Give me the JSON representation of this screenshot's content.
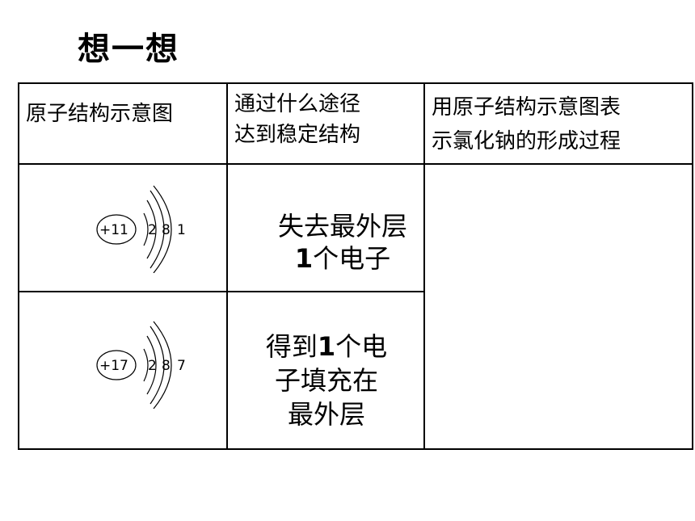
{
  "title": "想一想",
  "table": {
    "headers": [
      {
        "line1": "原子结构示意图",
        "line2": ""
      },
      {
        "line1": "通过什么途径",
        "line2": "达到稳定结构"
      },
      {
        "line1": "用原子结构示意图表",
        "line2": "示氯化钠的形成过程"
      }
    ],
    "rows": [
      {
        "nucleus": "+11",
        "shells": [
          "2",
          "8",
          "1"
        ],
        "method_line1": "失去最外层",
        "method_line2_num": "1",
        "method_line2_rest": "个电子",
        "method_line3": ""
      },
      {
        "nucleus": "+17",
        "shells": [
          "2",
          "8",
          "7"
        ],
        "method_line1_pre": "得到",
        "method_line1_num": "1",
        "method_line1_rest": "个电",
        "method_line2": "子填充在",
        "method_line3": "最外层"
      }
    ],
    "process_cell": ""
  }
}
